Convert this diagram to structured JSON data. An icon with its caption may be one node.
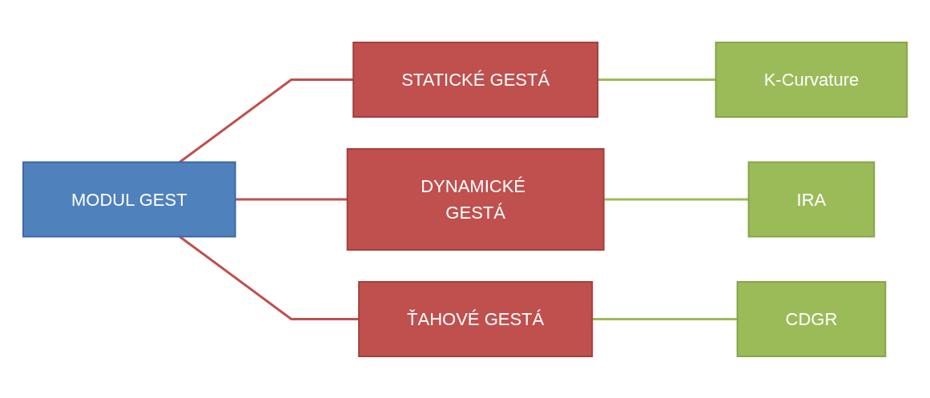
{
  "diagram": {
    "nodes": [
      {
        "text": [
          "MODUL GEST"
        ]
      },
      {
        "text": [
          "STATICKÉ GESTÁ"
        ]
      },
      {
        "text": [
          "DYNAMICKÉ GESTÁ"
        ]
      },
      {
        "text": [
          "ŤAHOVÉ GESTÁ"
        ]
      },
      {
        "text": [
          "K-Curvature"
        ]
      },
      {
        "text": [
          "IRA"
        ]
      },
      {
        "text": [
          "CDGR"
        ]
      }
    ],
    "edges": [
      {
        "from": 0,
        "to": 1,
        "arrow": "none",
        "color": "#c0504d"
      },
      {
        "from": 0,
        "to": 2,
        "arrow": "none",
        "color": "#c0504d"
      },
      {
        "from": 0,
        "to": 3,
        "arrow": "none",
        "color": "#c0504d"
      },
      {
        "from": 1,
        "to": 4,
        "arrow": "none",
        "color": "#9bbb59"
      },
      {
        "from": 2,
        "to": 5,
        "arrow": "none",
        "color": "#9bbb59"
      },
      {
        "from": 3,
        "to": 6,
        "arrow": "none",
        "color": "#9bbb59"
      }
    ]
  }
}
